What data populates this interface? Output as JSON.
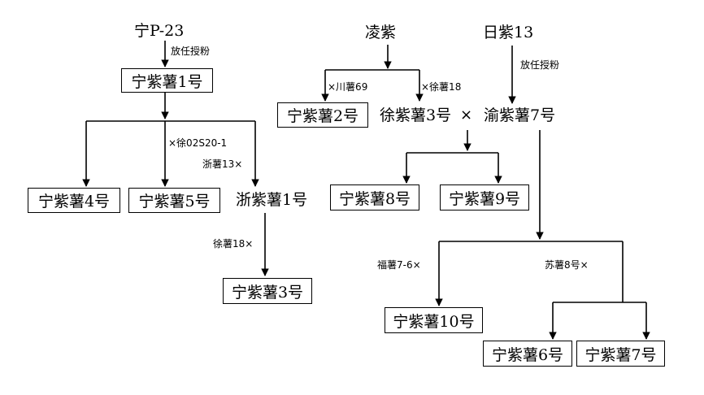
{
  "nodes": {
    "ning_p23": "宁P-23",
    "ning_zi_1": "宁紫薯1号",
    "ning_zi_4": "宁紫薯4号",
    "ning_zi_5": "宁紫薯5号",
    "zhe_zi_1": "浙紫薯1号",
    "ning_zi_3": "宁紫薯3号",
    "ling_zi": "凌紫",
    "ri_zi_13": "日紫13",
    "ning_zi_2": "宁紫薯2号",
    "xu_zi_3": "徐紫薯3号",
    "yu_zi_7": "渝紫薯7号",
    "ning_zi_8": "宁紫薯8号",
    "ning_zi_9": "宁紫薯9号",
    "ning_zi_10": "宁紫薯10号",
    "ning_zi_6": "宁紫薯6号",
    "ning_zi_7": "宁紫薯7号"
  },
  "edge_labels": {
    "open_pollination_left": "放任授粉",
    "open_pollination_right": "放任授粉",
    "x_xu_02s20_1": "×徐02S20-1",
    "zheshu_13_x": "浙薯13×",
    "xushu_18_x": "徐薯18×",
    "x_chuanshu_69": "×川薯69",
    "x_xushu_18": "×徐薯18",
    "fushu_7_6_x": "福薯7-6×",
    "sushu_8_x": "苏薯8号×"
  },
  "cross_symbol": "×"
}
